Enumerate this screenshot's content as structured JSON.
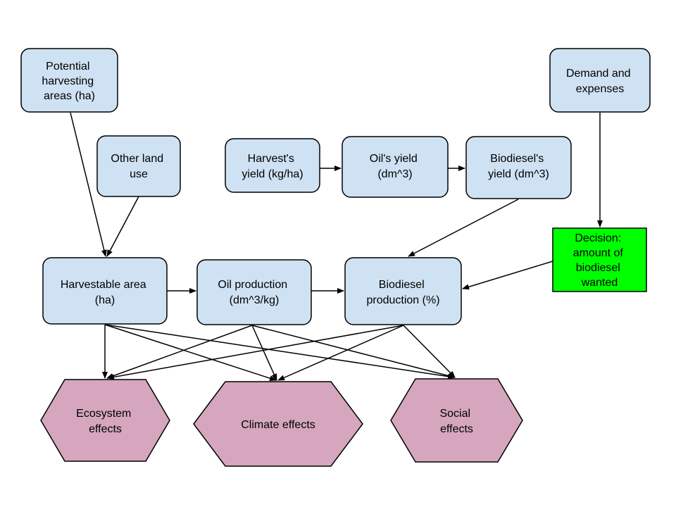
{
  "colors": {
    "node_fill": "#cfe2f3",
    "node_stroke": "#000000",
    "decision_fill": "#00ff00",
    "effect_fill": "#d5a6bd",
    "edge": "#000000",
    "background": "#ffffff"
  },
  "nodes": {
    "potential_areas": {
      "lines": [
        "Potential",
        "harvesting",
        "areas (ha)"
      ]
    },
    "other_land_use": {
      "lines": [
        "Other land",
        "use"
      ]
    },
    "harvest_yield": {
      "lines": [
        "Harvest's",
        "yield (kg/ha)"
      ]
    },
    "oil_yield": {
      "lines": [
        "Oil's yield",
        "(dm^3)"
      ]
    },
    "biodiesel_yield": {
      "lines": [
        "Biodiesel's",
        "yield (dm^3)"
      ]
    },
    "demand_expenses": {
      "lines": [
        "Demand and",
        "expenses"
      ]
    },
    "decision": {
      "lines": [
        "Decision:",
        "amount of",
        "biodiesel",
        "wanted"
      ]
    },
    "harvestable_area": {
      "lines": [
        "Harvestable area",
        "(ha)"
      ]
    },
    "oil_production": {
      "lines": [
        "Oil production",
        "(dm^3/kg)"
      ]
    },
    "biodiesel_production": {
      "lines": [
        "Biodiesel",
        "production (%)"
      ]
    },
    "ecosystem_effects": {
      "lines": [
        "Ecosystem",
        "effects"
      ]
    },
    "climate_effects": {
      "lines": [
        "Climate effects"
      ]
    },
    "social_effects": {
      "lines": [
        "Social",
        "effects"
      ]
    }
  },
  "edges": [
    {
      "from": "potential_areas",
      "to": "harvestable_area"
    },
    {
      "from": "other_land_use",
      "to": "harvestable_area"
    },
    {
      "from": "harvest_yield",
      "to": "oil_yield"
    },
    {
      "from": "oil_yield",
      "to": "biodiesel_yield"
    },
    {
      "from": "biodiesel_yield",
      "to": "biodiesel_production"
    },
    {
      "from": "demand_expenses",
      "to": "decision"
    },
    {
      "from": "decision",
      "to": "biodiesel_production"
    },
    {
      "from": "harvestable_area",
      "to": "oil_production"
    },
    {
      "from": "oil_production",
      "to": "biodiesel_production"
    },
    {
      "from": "harvestable_area",
      "to": "ecosystem_effects"
    },
    {
      "from": "harvestable_area",
      "to": "climate_effects"
    },
    {
      "from": "harvestable_area",
      "to": "social_effects"
    },
    {
      "from": "oil_production",
      "to": "ecosystem_effects"
    },
    {
      "from": "oil_production",
      "to": "climate_effects"
    },
    {
      "from": "oil_production",
      "to": "social_effects"
    },
    {
      "from": "biodiesel_production",
      "to": "ecosystem_effects"
    },
    {
      "from": "biodiesel_production",
      "to": "climate_effects"
    },
    {
      "from": "biodiesel_production",
      "to": "social_effects"
    }
  ]
}
